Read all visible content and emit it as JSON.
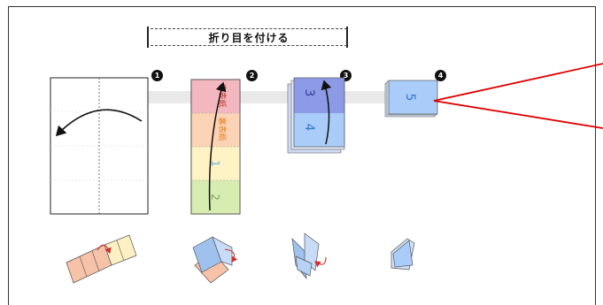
{
  "section_title": "折り目を付ける",
  "steps": [
    {
      "number": "1"
    },
    {
      "number": "2",
      "panel_labels": [
        "表表紙",
        "裏表紙",
        "1",
        "2"
      ]
    },
    {
      "number": "3",
      "panel_labels": [
        "3",
        "4"
      ]
    },
    {
      "number": "4",
      "panel_labels": [
        "5"
      ]
    }
  ],
  "colors": {
    "pink": "#f3b8bf",
    "orange": "#fcd3b4",
    "yellow": "#fdf3c4",
    "green": "#d6ecb0",
    "blue_dark": "#8d9be6",
    "blue_light": "#a9cdf8",
    "callout": "#e00000"
  }
}
